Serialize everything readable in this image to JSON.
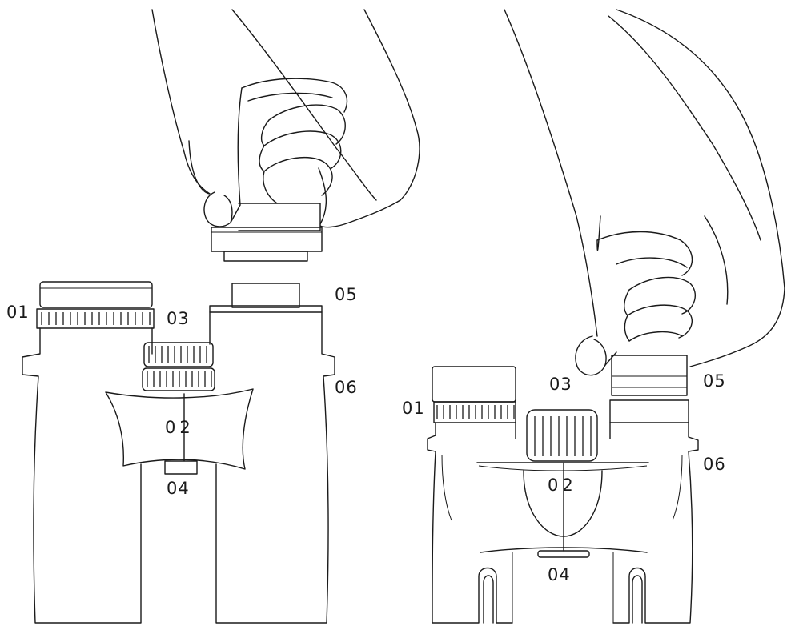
{
  "figure_a": {
    "labels": {
      "l01": "01",
      "l02": "02",
      "l03": "03",
      "l04": "04",
      "l05": "05",
      "l06": "06"
    }
  },
  "figure_b": {
    "labels": {
      "l01": "01",
      "l02": "02",
      "l03": "03",
      "l04": "04",
      "l05": "05",
      "l06": "06"
    }
  }
}
